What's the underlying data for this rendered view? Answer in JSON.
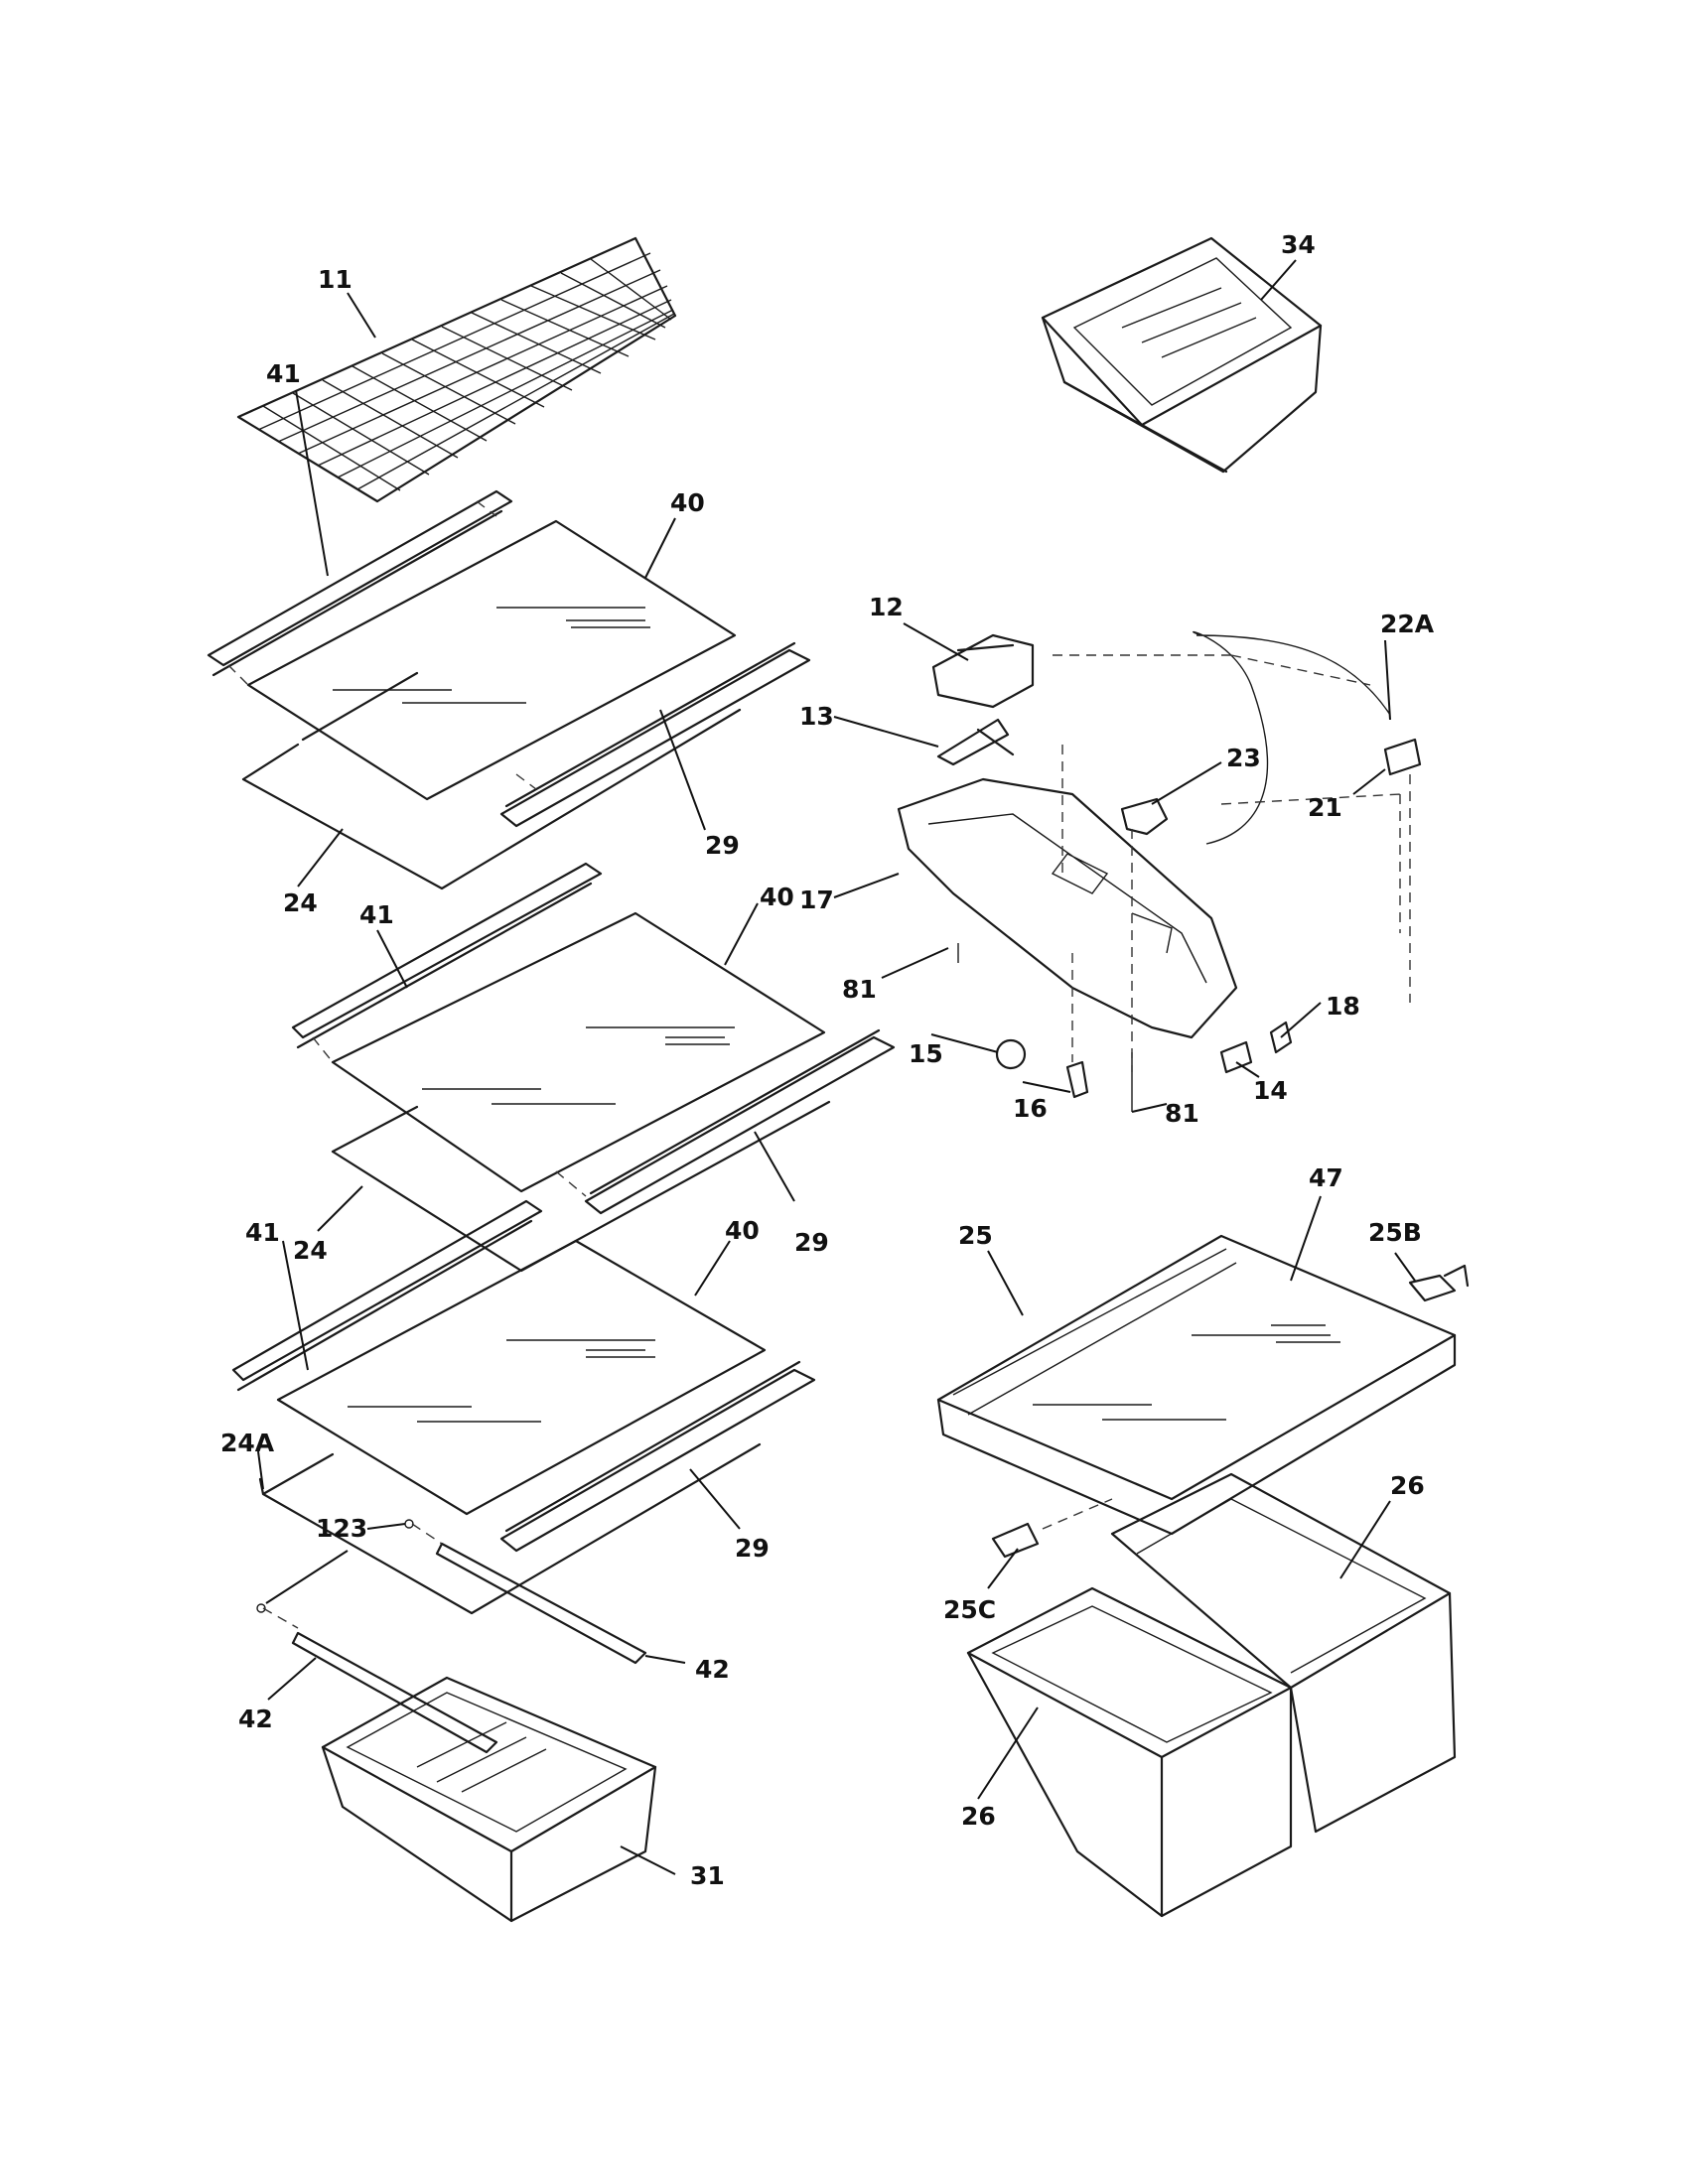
{
  "callouts": [
    {
      "id": "c11",
      "text": "11"
    },
    {
      "id": "c34",
      "text": "34"
    },
    {
      "id": "c41a",
      "text": "41"
    },
    {
      "id": "c40a",
      "text": "40"
    },
    {
      "id": "c29a",
      "text": "29"
    },
    {
      "id": "c24a",
      "text": "24"
    },
    {
      "id": "c41b",
      "text": "41"
    },
    {
      "id": "c40b",
      "text": "40"
    },
    {
      "id": "c29b",
      "text": "29"
    },
    {
      "id": "c24b",
      "text": "24"
    },
    {
      "id": "c41c",
      "text": "41"
    },
    {
      "id": "c40c",
      "text": "40"
    },
    {
      "id": "c29c",
      "text": "29"
    },
    {
      "id": "c24A",
      "text": "24A"
    },
    {
      "id": "c123",
      "text": "123"
    },
    {
      "id": "c42a",
      "text": "42"
    },
    {
      "id": "c42b",
      "text": "42"
    },
    {
      "id": "c31",
      "text": "31"
    },
    {
      "id": "c12",
      "text": "12"
    },
    {
      "id": "c13",
      "text": "13"
    },
    {
      "id": "c22A",
      "text": "22A"
    },
    {
      "id": "c23",
      "text": "23"
    },
    {
      "id": "c21",
      "text": "21"
    },
    {
      "id": "c17",
      "text": "17"
    },
    {
      "id": "c81a",
      "text": "81"
    },
    {
      "id": "c15",
      "text": "15"
    },
    {
      "id": "c16",
      "text": "16"
    },
    {
      "id": "c81b",
      "text": "81"
    },
    {
      "id": "c14",
      "text": "14"
    },
    {
      "id": "c18",
      "text": "18"
    },
    {
      "id": "c47",
      "text": "47"
    },
    {
      "id": "c25",
      "text": "25"
    },
    {
      "id": "c25B",
      "text": "25B"
    },
    {
      "id": "c25C",
      "text": "25C"
    },
    {
      "id": "c26a",
      "text": "26"
    },
    {
      "id": "c26b",
      "text": "26"
    }
  ]
}
